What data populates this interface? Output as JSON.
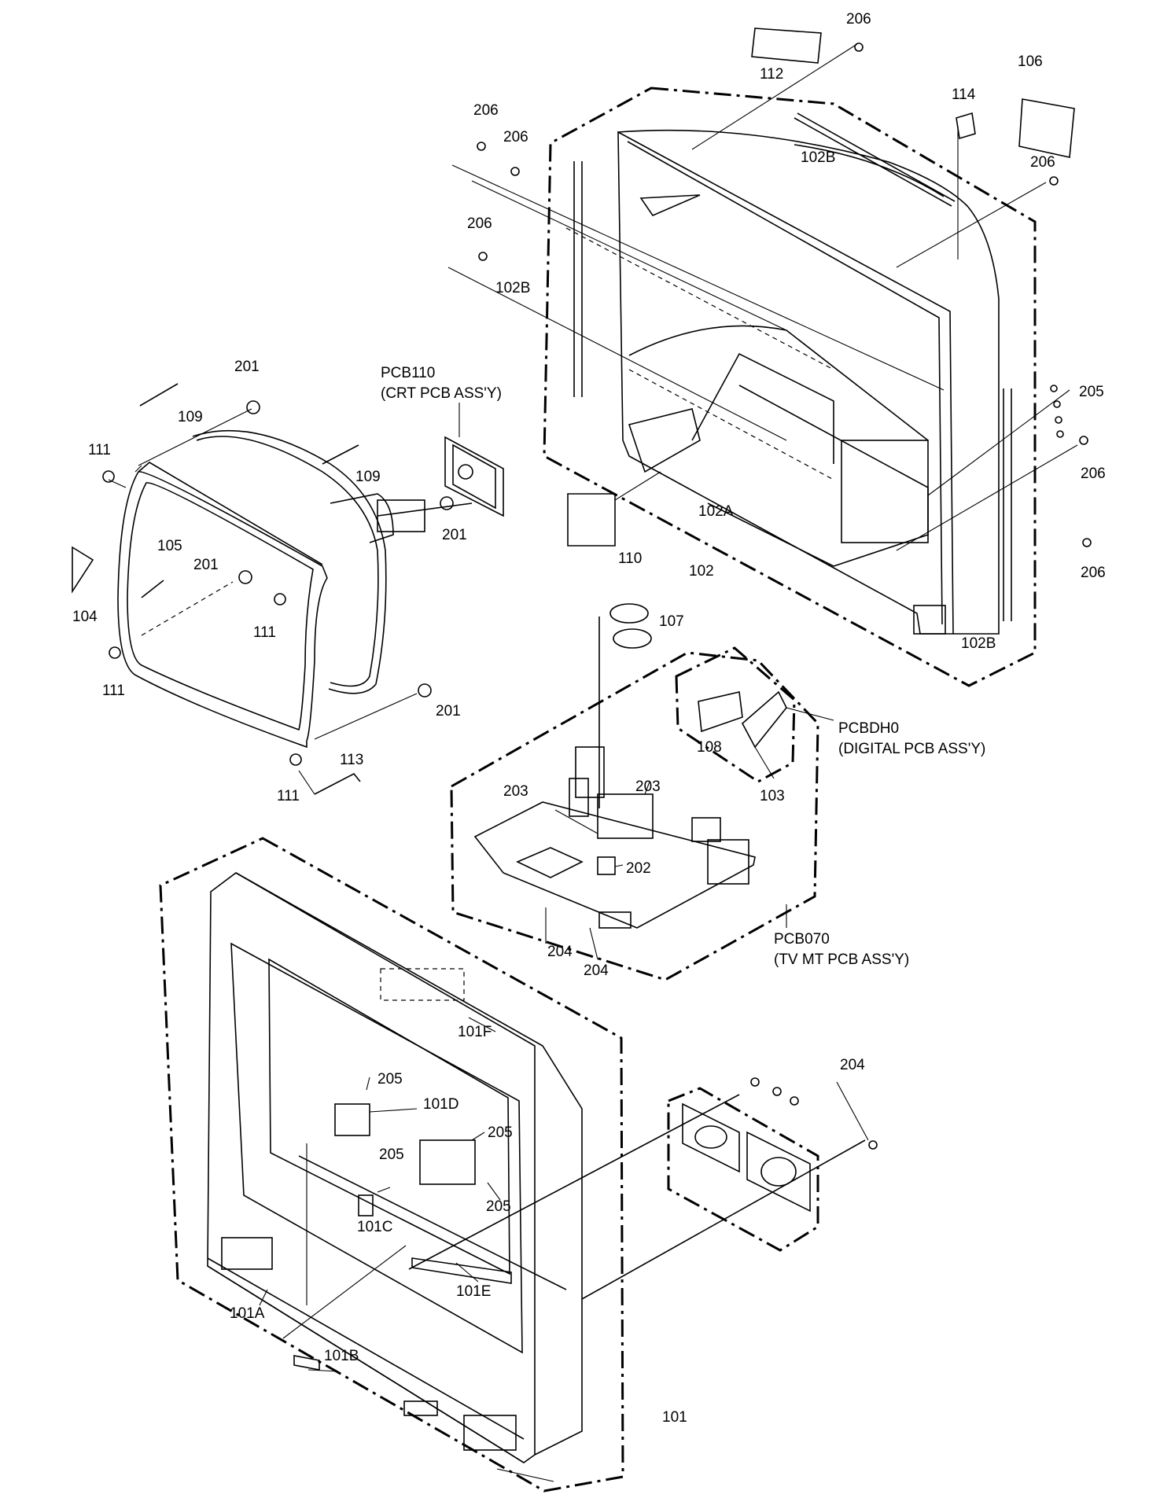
{
  "labels": {
    "l206_top": "206",
    "l112": "112",
    "l106": "106",
    "l114": "114",
    "l206_a": "206",
    "l206_b": "206",
    "l102b_top": "102B",
    "l206_right": "206",
    "l206_c": "206",
    "l102b_left": "102B",
    "l205_rear": "205",
    "l206_mid": "206",
    "l102a": "102A",
    "l110": "110",
    "l102": "102",
    "l206_low": "206",
    "l102b_right": "102B",
    "l201_top": "201",
    "pcb110": "PCB110",
    "pcb110_desc": "(CRT PCB ASS'Y)",
    "l109_a": "109",
    "l111_a": "111",
    "l109_b": "109",
    "l105": "105",
    "l201_pcb": "201",
    "l201_mid": "201",
    "l104": "104",
    "l111_b": "111",
    "l111_c": "111",
    "l201_bottom": "201",
    "l113": "113",
    "l111_d": "111",
    "l107": "107",
    "pcbdh0": "PCBDH0",
    "pcbdh0_desc": "(DIGITAL PCB ASS'Y)",
    "l108": "108",
    "l103": "103",
    "l203_a": "203",
    "l203_b": "203",
    "l202": "202",
    "pcb070": "PCB070",
    "pcb070_desc": "(TV MT PCB ASS'Y)",
    "l204_a": "204",
    "l204_b": "204",
    "l101f": "101F",
    "l204_speaker": "204",
    "l205_a": "205",
    "l101d": "101D",
    "l205_b": "205",
    "l205_c": "205",
    "l205_d": "205",
    "l101c": "101C",
    "l101e": "101E",
    "l101a": "101A",
    "l101b": "101B",
    "l101": "101"
  }
}
